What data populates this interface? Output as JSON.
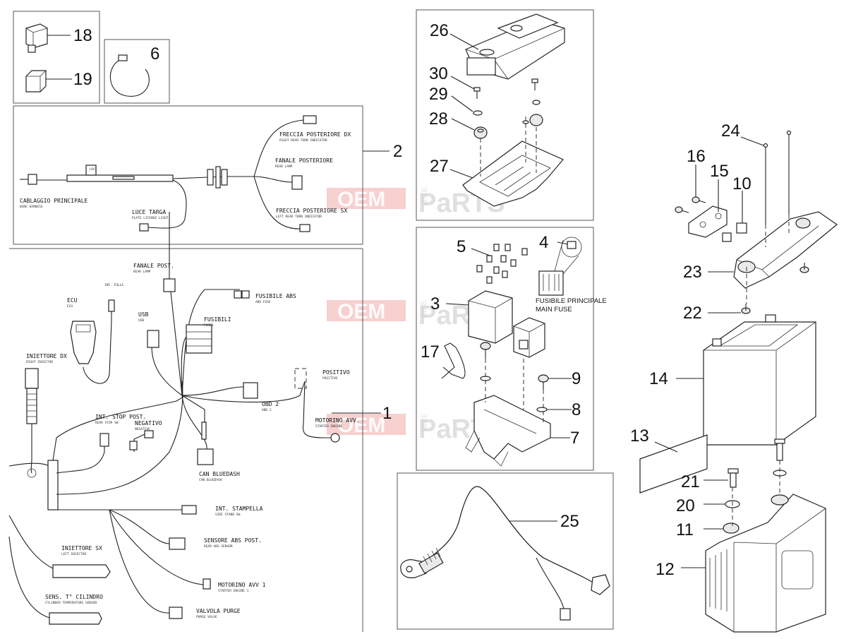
{
  "watermark": {
    "brand_left": "OEM",
    "brand_mid": "BIKE",
    "brand_right": "PaRTS"
  },
  "callouts": {
    "c1": "1",
    "c2": "2",
    "c3": "3",
    "c4": "4",
    "c5": "5",
    "c6": "6",
    "c7": "7",
    "c8": "8",
    "c9": "9",
    "c10": "10",
    "c11": "11",
    "c12": "12",
    "c13": "13",
    "c14": "14",
    "c15": "15",
    "c16": "16",
    "c17": "17",
    "c18": "18",
    "c19": "19",
    "c20": "20",
    "c21": "21",
    "c22": "22",
    "c23": "23",
    "c24": "24",
    "c25": "25",
    "c26": "26",
    "c27": "27",
    "c28": "28",
    "c29": "29",
    "c30": "30"
  },
  "harness_rear": {
    "main": "CABLAGGIO PRINCIPALE",
    "main_sub": "WIRE HARNESS",
    "plate": "LUCE TARGA",
    "plate_sub": "PLATE LICENSE LIGHT",
    "turn_r": "FRECCIA POSTERIORE DX",
    "turn_r_sub": "RIGHT REAR TURN INDICATOR",
    "tail": "FANALE POSTERIORE",
    "tail_sub": "REAR LAMP",
    "turn_l": "FRECCIA POSTERIORE SX",
    "turn_l_sub": "LEFT REAR TURN INDICATOR"
  },
  "harness_main": {
    "rear_lamp": "FANALE POST.",
    "rear_lamp_sub": "REAR LAMP",
    "neutral": "INT. FOLLE",
    "ecu": "ECU",
    "ecu_sub": "ECU",
    "usb": "USB",
    "usb_sub": "USB",
    "abs_fuse": "FUSIBILE ABS",
    "abs_fuse_sub": "ABS FUSE",
    "fuses": "FUSIBILI",
    "fuses_sub": "FUSES",
    "inj_r": "INIETTORE DX",
    "inj_r_sub": "RIGHT INJECTOR",
    "positive": "POSITIVO",
    "positive_sub": "POSITIVE",
    "obd": "OBD 2",
    "obd_sub": "OBD 2",
    "stop": "INT. STOP POST.",
    "stop_sub": "REAR STOP SW",
    "negative": "NEGATIVO",
    "negative_sub": "NEGATIVE",
    "starter": "MOTORINO AVV.",
    "starter_sub": "STARTER ENGINE",
    "bluedash": "CAN BLUEDASH",
    "bluedash_sub": "CAN BLUEDASH",
    "stand": "INT. STAMPELLA",
    "stand_sub": "SIDE STAND SW.",
    "abs_sensor": "SENSORE ABS POST.",
    "abs_sensor_sub": "REAR ABS SENSOR",
    "inj_l": "INIETTORE SX",
    "inj_l_sub": "LEFT INJECTOR",
    "starter1": "MOTORINO AVV 1",
    "starter1_sub": "STARTER ENGINE 1",
    "cyl_temp": "SENS. T° CILINDRO",
    "cyl_temp_sub": "CYLINDER TEMPERATURE SENSOR",
    "purge": "VALVOLA PURGE",
    "purge_sub": "PURGE VALVE"
  },
  "fuse_box": {
    "main_fuse": "FUSIBILE PRINCIPALE",
    "main_fuse_sub": "MAIN FUSE"
  }
}
